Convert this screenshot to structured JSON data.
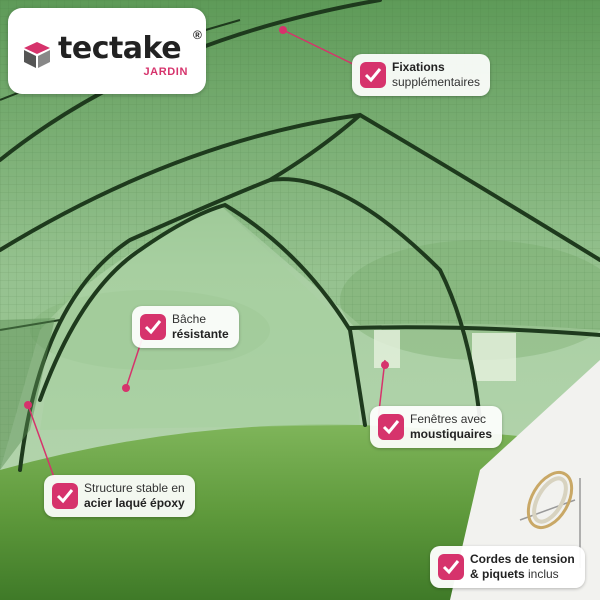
{
  "logo": {
    "brand": "tectake",
    "registered": "®",
    "sub": "JARDIN",
    "mark_icon": "tectake-cube-logo"
  },
  "callouts": {
    "fixations": {
      "line1": "Fixations",
      "line2": "supplémentaires"
    },
    "bache": {
      "line1": "Bâche",
      "line2": "résistante"
    },
    "fenetres": {
      "line1": "Fenêtres avec",
      "line2": "moustiquaires"
    },
    "structure": {
      "line1": "Structure stable en",
      "line2": "acier laqué époxy"
    },
    "cordes": {
      "line1": "Cordes de tension",
      "line2_bold": "& piquets",
      "line2_rest": " inclus"
    }
  },
  "colors": {
    "accent": "#d6336c",
    "canopy": "#9bc79a",
    "grass": "#6ca347"
  },
  "icons": [
    "checkmark-icon",
    "rope-coil-icon"
  ]
}
